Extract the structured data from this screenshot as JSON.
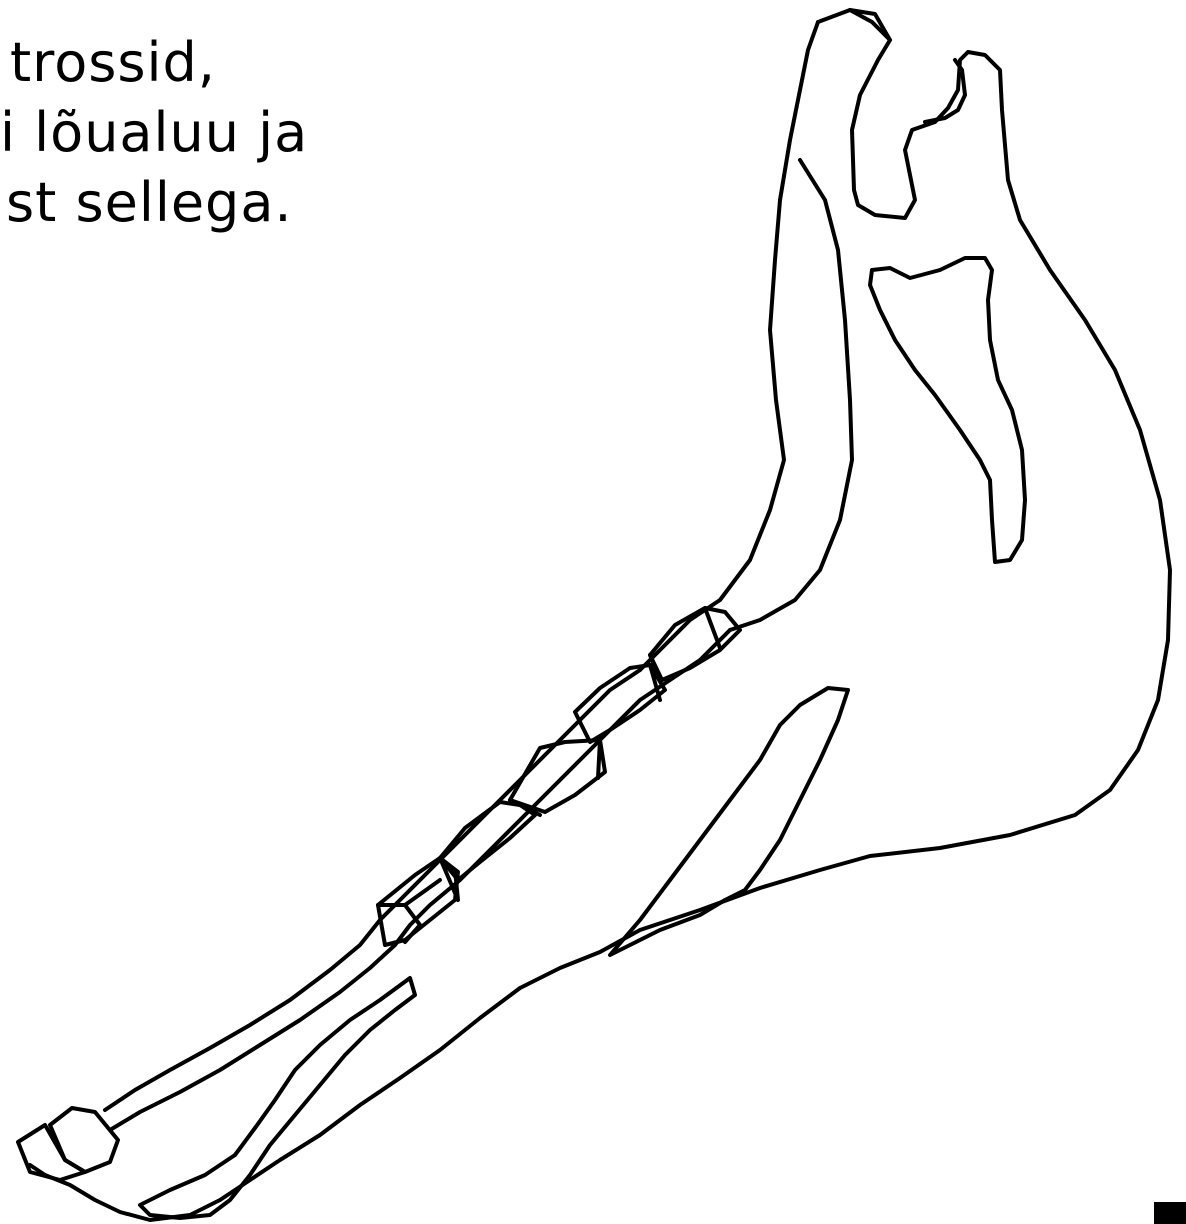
{
  "caption": {
    "lines": [
      "trossid,",
      "i lõualuu ja",
      "st sellega."
    ]
  },
  "colors": {
    "background": "#ffffff",
    "ink": "#000000"
  }
}
